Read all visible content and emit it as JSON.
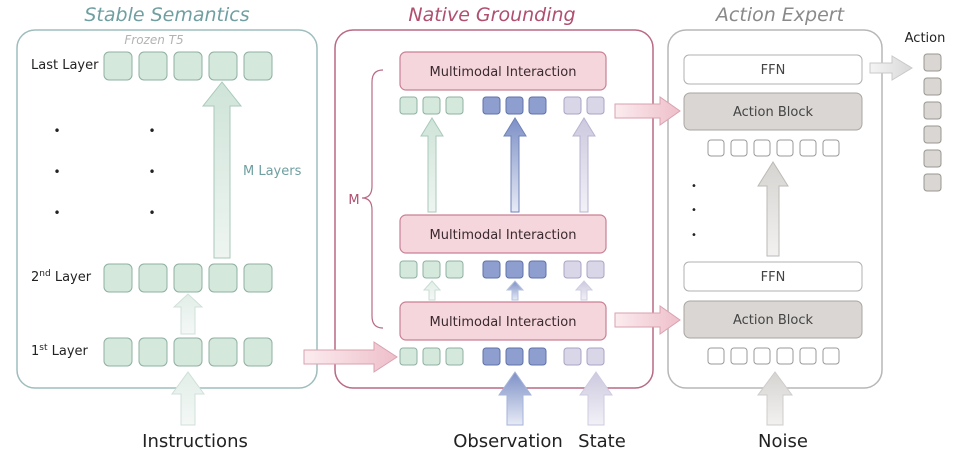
{
  "panels": {
    "stable_semantics": {
      "title": "Stable Semantics",
      "subtitle": "Frozen T5",
      "layers": {
        "last": "Last Layer",
        "second_num": "2",
        "second_sup": "nd",
        "second_word": " Layer",
        "first_num": "1",
        "first_sup": "st",
        "first_word": " Layer"
      },
      "m_layers": "M Layers",
      "dot": "•"
    },
    "native_grounding": {
      "title": "Native Grounding",
      "block_label": "Multimodal Interaction",
      "brace_label": "M"
    },
    "action_expert": {
      "title": "Action Expert",
      "ffn_label": "FFN",
      "action_block_label": "Action Block",
      "dot": "•"
    }
  },
  "output_label": "Action",
  "inputs": {
    "instructions": "Instructions",
    "observation": "Observation",
    "state": "State",
    "noise": "Noise"
  },
  "colors": {
    "teal_title": "#6f9fa0",
    "pink_title": "#b04f6e",
    "gray_title": "#8a8a8a",
    "teal_border": "#9fbdbd",
    "pink_border": "#b96a84",
    "gray_border": "#b7b7b7",
    "teal_token": "#d5e8dc",
    "blue_token": "#8e9fcf",
    "lav_token": "#d9d6e8",
    "pink_block": "#f4d6dc",
    "gray_block": "#d9d6d3"
  }
}
